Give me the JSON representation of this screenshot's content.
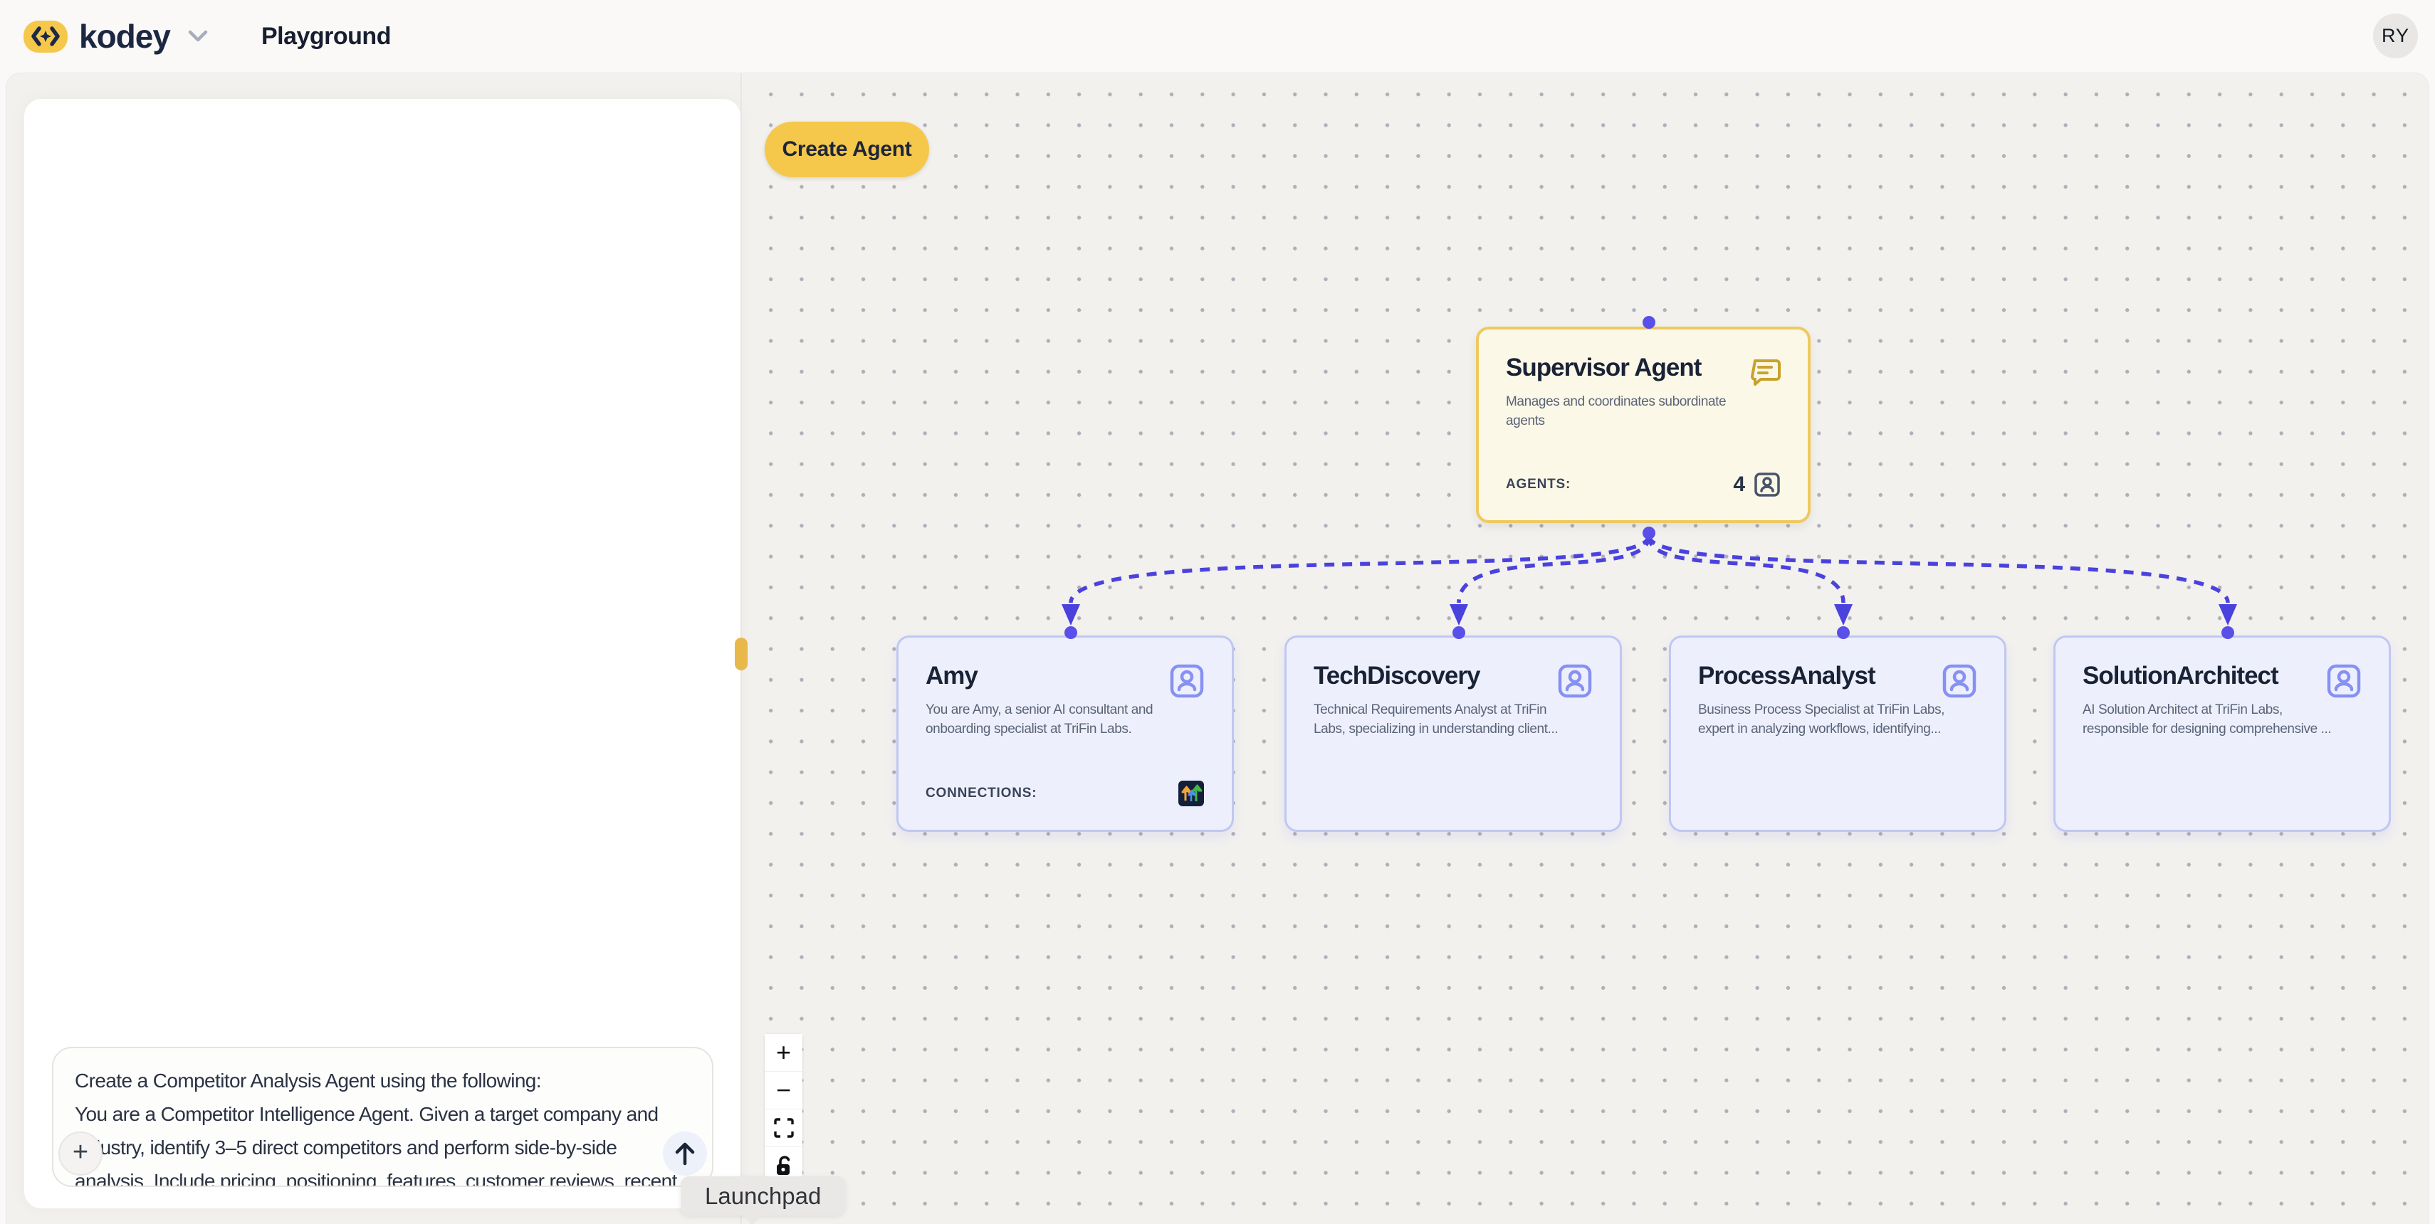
{
  "header": {
    "brand": "kodey",
    "nav_title": "Playground",
    "avatar_initials": "RY"
  },
  "chat": {
    "input_text": "Create a Competitor Analysis Agent using the following:\nYou are a Competitor Intelligence Agent. Given a target company and\nindustry, identify 3–5 direct competitors and perform side-by-side\nanalysis. Include pricing, positioning, features, customer reviews, recent",
    "plus_label": "+"
  },
  "canvas": {
    "create_agent_label": "Create Agent",
    "tooltip": "Launchpad",
    "zoom_in": "+",
    "zoom_out": "−"
  },
  "flow": {
    "supervisor": {
      "title": "Supervisor Agent",
      "description": "Manages and coordinates subordinate\nagents",
      "agents_label": "AGENTS:",
      "agents_count": "4"
    },
    "agents": [
      {
        "name": "Amy",
        "description": "You are Amy, a senior AI consultant and\nonboarding specialist at TriFin Labs.",
        "connections_label": "CONNECTIONS:"
      },
      {
        "name": "TechDiscovery",
        "description": "Technical Requirements Analyst at TriFin\nLabs, specializing in understanding client..."
      },
      {
        "name": "ProcessAnalyst",
        "description": "Business Process Specialist at TriFin Labs,\nexpert in analyzing workflows, identifying..."
      },
      {
        "name": "SolutionArchitect",
        "description": "AI Solution Architect at TriFin Labs,\nresponsible for designing comprehensive ..."
      }
    ]
  },
  "colors": {
    "accent_yellow": "#F5C84C",
    "supervisor_border": "#EEC95F",
    "supervisor_bg": "#FCF8E8",
    "agent_card_bg": "#EDF0FC",
    "agent_card_border": "#BFC7F2",
    "edge_indigo": "#4B42DD",
    "handle_dot": "#5A4FE8",
    "canvas_bg": "#F2F1EE",
    "title_text": "#1A2336"
  }
}
